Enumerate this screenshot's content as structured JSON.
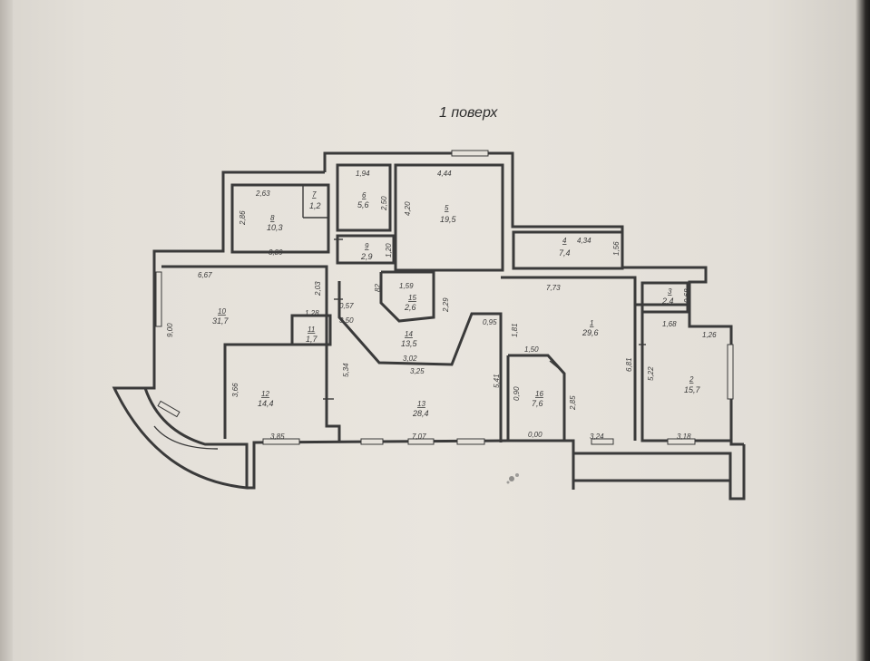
{
  "title": "1 поверх",
  "rooms": [
    {
      "num": "1",
      "area": "29,6"
    },
    {
      "num": "2",
      "area": "15,7"
    },
    {
      "num": "3",
      "area": "2,4"
    },
    {
      "num": "4",
      "area": "7,4"
    },
    {
      "num": "5",
      "area": "19,5"
    },
    {
      "num": "6",
      "area": "5,6"
    },
    {
      "num": "7",
      "area": "1,2"
    },
    {
      "num": "8",
      "area": "10,3"
    },
    {
      "num": "9",
      "area": "2,9"
    },
    {
      "num": "10",
      "area": "31,7"
    },
    {
      "num": "11",
      "area": "1,7"
    },
    {
      "num": "12",
      "area": "14,4"
    },
    {
      "num": "13",
      "area": "28,4"
    },
    {
      "num": "14",
      "area": "13,5"
    },
    {
      "num": "15",
      "area": "2,6"
    },
    {
      "num": "16",
      "area": "7,6"
    }
  ],
  "dimensions": {
    "d_1_94": "1,94",
    "d_4_44": "4,44",
    "d_2_63": "2,63",
    "d_2_50": "2,50",
    "d_4_20": "4,20",
    "d_2_86": "2,86",
    "d_3_89": "3,89",
    "d_1_20": "1,20",
    "d_4_34": "4,34",
    "d_1_56": "1,56",
    "d_6_67": "6,67",
    "d_2_03": "2,03",
    "d_1_59": "1,59",
    "d_82": "82",
    "d_7_73": "7,73",
    "d_0_68": "0,68",
    "d_9_00": "9,00",
    "d_0_57": "0,57",
    "d_1_28": "1,28",
    "d_3_50": "3,50",
    "d_2_29": "2,29",
    "d_0_95": "0,95",
    "d_1_81": "1,81",
    "d_1_68": "1,68",
    "d_1_26": "1,26",
    "d_3_02": "3,02",
    "d_1_50": "1,50",
    "d_3_25": "3,25",
    "d_5_34": "5,34",
    "d_3_66": "3,66",
    "d_5_41": "5,41",
    "d_0_90": "0,90",
    "d_2_85": "2,85",
    "d_6_81": "6,81",
    "d_5_22": "5,22",
    "d_3_85": "3,85",
    "d_7_07": "7,07",
    "d_0_00": "0,00",
    "d_3_24": "3,24",
    "d_3_18": "3,18"
  },
  "colors": {
    "paper": "#e9e5de",
    "ink": "#3a3a3a"
  }
}
